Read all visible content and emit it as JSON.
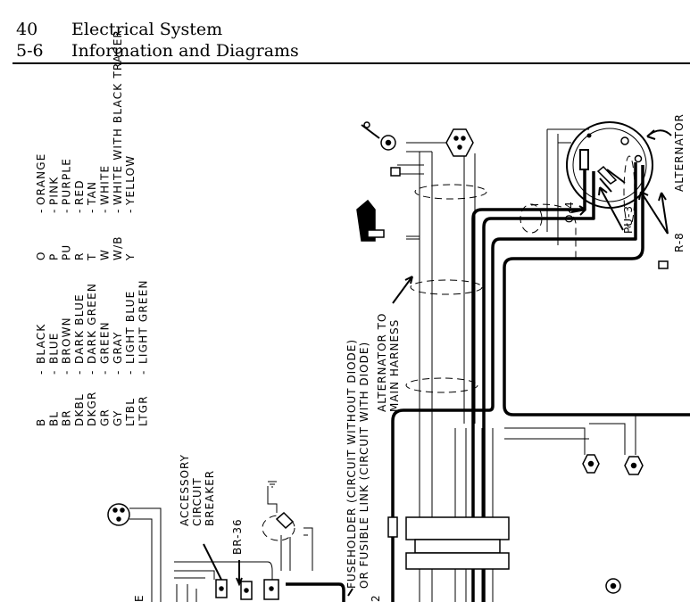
{
  "header": {
    "section_number": "40",
    "title": "Electrical System",
    "subsection_number": "5-6",
    "subtitle": "Information and Diagrams"
  },
  "legend": [
    {
      "code": "B",
      "sep": "-",
      "name": "BLACK"
    },
    {
      "code": "BL",
      "sep": "-",
      "name": "BLUE"
    },
    {
      "code": "BR",
      "sep": "-",
      "name": "BROWN"
    },
    {
      "code": "DKBL",
      "sep": "-",
      "name": "DARK BLUE"
    },
    {
      "code": "DKGR",
      "sep": "-",
      "name": "DARK GREEN"
    },
    {
      "code": "GR",
      "sep": "-",
      "name": "GREEN"
    },
    {
      "code": "GY",
      "sep": "-",
      "name": "GRAY"
    },
    {
      "code": "LTBL",
      "sep": "-",
      "name": "LIGHT BLUE"
    },
    {
      "code": "LTGR",
      "sep": "-",
      "name": "LIGHT GREEN"
    },
    {
      "code": "O",
      "sep": "-",
      "name": "ORANGE"
    },
    {
      "code": "P",
      "sep": "-",
      "name": "PINK"
    },
    {
      "code": "PU",
      "sep": "-",
      "name": "PURPLE"
    },
    {
      "code": "R",
      "sep": "-",
      "name": "RED"
    },
    {
      "code": "T",
      "sep": "-",
      "name": "TAN"
    },
    {
      "code": "W",
      "sep": "-",
      "name": "WHITE"
    },
    {
      "code": "W/B",
      "sep": "-",
      "name": "WHITE WITH BLACK TRACER"
    },
    {
      "code": "Y",
      "sep": "-",
      "name": "YELLOW"
    }
  ],
  "labels": {
    "alternator": "ALTERNATOR",
    "r8": "R-8",
    "pu3": "PU-3",
    "o4": "O-4",
    "alt_to_main_1": "ALTERNATOR TO",
    "alt_to_main_2": "MAIN HARNESS",
    "fuseholder": "FUSEHOLDER (CIRCUIT WITHOUT DIODE)",
    "fusible_link": "OR FUSIBLE LINK (CIRCUIT WITH DIODE)",
    "acc_1": "ACCESSORY",
    "acc_2": "CIRCUIT",
    "acc_3": "BREAKER",
    "br36": "BR-36",
    "edge_2": "2",
    "edge_e": "E"
  }
}
